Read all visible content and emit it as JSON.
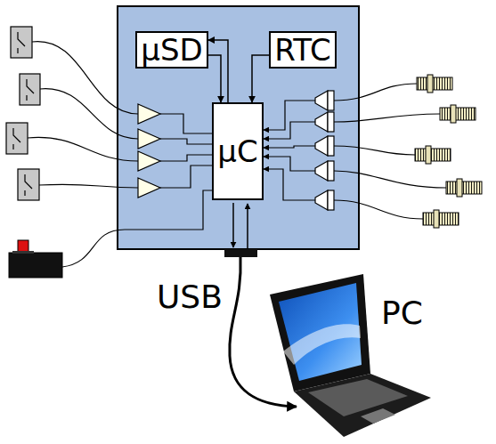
{
  "diagram": {
    "nodes": [
      {
        "text": [
          "µSD"
        ]
      },
      {
        "text": [
          "RTC"
        ]
      },
      {
        "text": [
          "µC"
        ]
      }
    ],
    "edges": [
      {
        "from": 2,
        "to": 0,
        "arrow": "to"
      },
      {
        "from": 0,
        "to": 2,
        "arrow": "to"
      },
      {
        "from": 1,
        "to": 2,
        "arrow": "to"
      }
    ],
    "labels": [
      "USB",
      "PC"
    ]
  }
}
